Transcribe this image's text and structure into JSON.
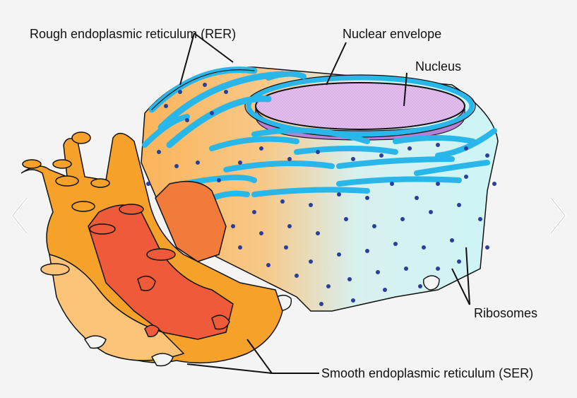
{
  "labels": {
    "rer": "Rough endoplasmic reticulum (RER)",
    "nuclear_envelope": "Nuclear envelope",
    "nucleus": "Nucleus",
    "ribosomes": "Ribosomes",
    "ser": "Smooth endoplasmic reticulum (SER)"
  },
  "navigation": {
    "prev_icon": "chevron-left-icon",
    "next_icon": "chevron-right-icon"
  },
  "colors": {
    "rer_membrane": "#29b6e8",
    "rer_lumen": "#c9f3f6",
    "nucleus_fill": "#e8c8f0",
    "nuclear_envelope_inner": "#b77fd6",
    "ribosome": "#2a3f9a",
    "ser_orange": "#f6a12a",
    "ser_red": "#ef5a3a",
    "ser_light": "#fbc478"
  }
}
